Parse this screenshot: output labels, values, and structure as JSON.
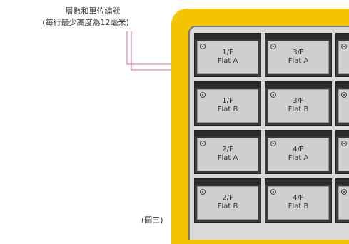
{
  "annotation": {
    "line1": "層數和單位編號",
    "line2": "(每行最少高度為12毫米)"
  },
  "figure_label": "(圖三)",
  "mailboxes": [
    {
      "floor": "1/F",
      "flat": "Flat A"
    },
    {
      "floor": "3/F",
      "flat": "Flat A"
    },
    {
      "floor": "",
      "flat": ""
    },
    {
      "floor": "1/F",
      "flat": "Flat B"
    },
    {
      "floor": "3/F",
      "flat": "Flat B"
    },
    {
      "floor": "",
      "flat": ""
    },
    {
      "floor": "2/F",
      "flat": "Flat A"
    },
    {
      "floor": "4/F",
      "flat": "Flat A"
    },
    {
      "floor": "",
      "flat": ""
    },
    {
      "floor": "2/F",
      "flat": "Flat B"
    },
    {
      "floor": "4/F",
      "flat": "Flat B"
    },
    {
      "floor": "",
      "flat": ""
    }
  ]
}
